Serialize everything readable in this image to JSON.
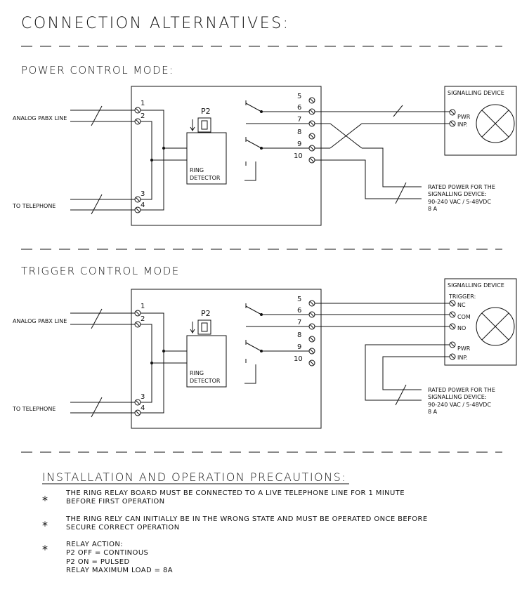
{
  "title": "CONNECTION ALTERNATIVES:",
  "modes": [
    {
      "title": "POWER CONTROL MODE:",
      "inputs": [
        "ANALOG PABX LINE",
        "TO TELEPHONE"
      ],
      "terminals": [
        "1",
        "2",
        "3",
        "4",
        "5",
        "6",
        "7",
        "8",
        "9",
        "10"
      ],
      "p2": "P2",
      "ring_detector": [
        "RING",
        "DETECTOR"
      ],
      "device": {
        "title": "SIGNALLING DEVICE",
        "trigger_label": "",
        "terminals": [
          "PWR",
          "INP."
        ]
      },
      "rated": [
        "RATED POWER FOR THE",
        "SIGNALLING DEVICE:",
        "90-240 VAC / 5-48VDC",
        "8 A"
      ]
    },
    {
      "title": "TRIGGER CONTROL MODE",
      "inputs": [
        "ANALOG PABX LINE",
        "TO TELEPHONE"
      ],
      "terminals": [
        "1",
        "2",
        "3",
        "4",
        "5",
        "6",
        "7",
        "8",
        "9",
        "10"
      ],
      "p2": "P2",
      "ring_detector": [
        "RING",
        "DETECTOR"
      ],
      "device": {
        "title": "SIGNALLING DEVICE",
        "trigger_label": "TRIGGER:",
        "terminals": [
          "NC",
          "COM",
          "NO",
          "PWR",
          "INP."
        ]
      },
      "rated": [
        "RATED POWER FOR THE",
        "SIGNALLING DEVICE:",
        "90-240 VAC / 5-48VDC",
        "8 A"
      ]
    }
  ],
  "precautions": {
    "title": "INSTALLATION AND OPERATION PRECAUTIONS:",
    "bullet": "*",
    "items": [
      [
        "THE RING RELAY BOARD MUST BE CONNECTED TO A LIVE TELEPHONE LINE FOR 1 MINUTE",
        "BEFORE FIRST OPERATION"
      ],
      [
        "THE RING RELY CAN INITIALLY BE IN THE WRONG STATE AND MUST BE OPERATED ONCE BEFORE",
        "SECURE CORRECT OPERATION"
      ],
      [
        "RELAY ACTION:",
        "P2 OFF = CONTINOUS",
        "P2 ON = PULSED",
        "RELAY MAXIMUM LOAD = 8A"
      ]
    ]
  }
}
